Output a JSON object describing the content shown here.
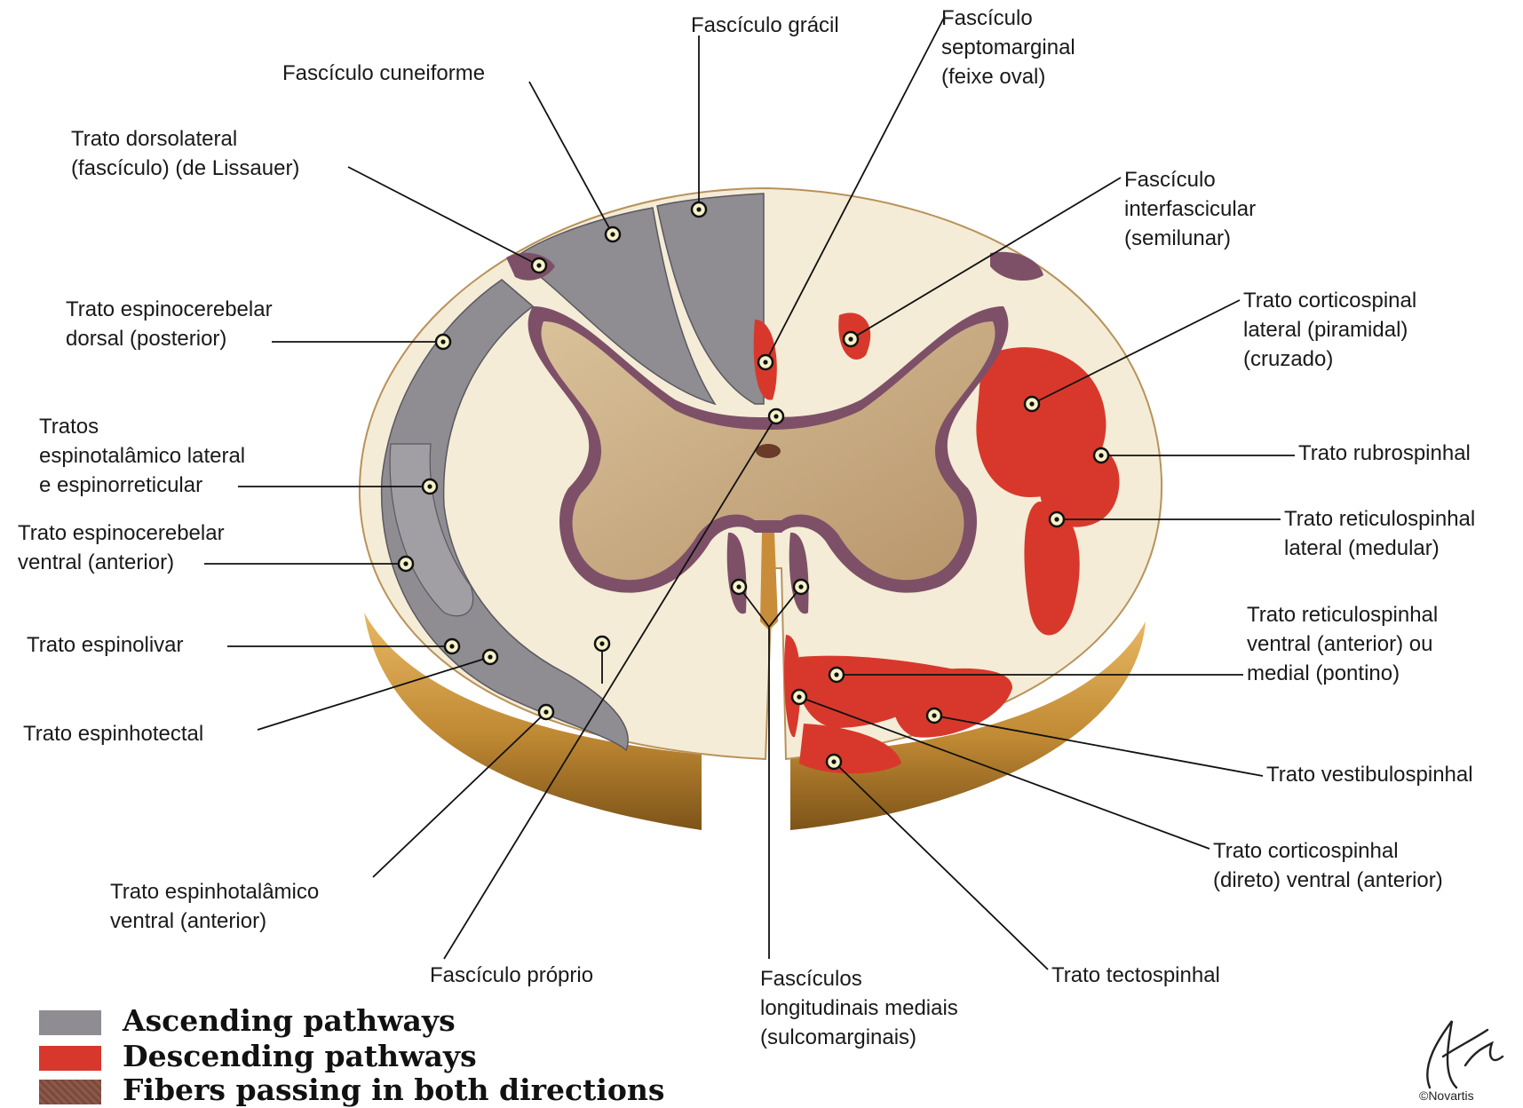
{
  "labels": {
    "fasciculo_gracil": "Fascículo grácil",
    "fasciculo_septomarginal": "Fascículo\nseptomarginal\n(feixe oval)",
    "fasciculo_cuneiforme": "Fascículo cuneiforme",
    "trato_dorsolateral": "Trato dorsolateral\n(fascículo) (de Lissauer)",
    "fasciculo_interfascicular": "Fascículo\ninterfascicular\n(semilunar)",
    "trato_espinocerebelar_dorsal": "Trato espinocerebelar\ndorsal (posterior)",
    "trato_corticospinal_lateral": "Trato corticospinal\nlateral (piramidal)\n(cruzado)",
    "tratos_espinotalamico": "Tratos\nespinotalâmico lateral\ne espinorreticular",
    "trato_rubrospinhal": "Trato rubrospinhal",
    "trato_espinocerebelar_ventral": "Trato espinocerebelar\nventral (anterior)",
    "trato_reticulospinhal_lateral": "Trato reticulospinhal\nlateral (medular)",
    "trato_espinolivar": "Trato espinolivar",
    "trato_reticulospinhal_ventral": "Trato reticulospinhal\nventral (anterior) ou\nmedial (pontino)",
    "trato_espinhotectal": "Trato espinhotectal",
    "trato_vestibulospinhal": "Trato vestibulospinhal",
    "trato_corticospinhal_ventral": "Trato corticospinhal\n(direto) ventral (anterior)",
    "trato_espinhotalamico_ventral": "Trato espinhotalâmico\nventral (anterior)",
    "fasciculo_proprio": "Fascículo próprio",
    "fasciculos_longitudinais": "Fascículos\nlongitudinais mediais\n(sulcomarginais)",
    "trato_tectospinhal": "Trato tectospinhal"
  },
  "legend": [
    {
      "label": "Ascending pathways",
      "color": "#8f8c92"
    },
    {
      "label": "Descending pathways",
      "color": "#d8382c"
    },
    {
      "label": "Fibers passing in both directions",
      "color": "#7a4a3e"
    }
  ],
  "signature": {
    "caption": "©Novartis"
  },
  "colors": {
    "ascending": "#8f8c92",
    "descending": "#d8382c",
    "both_directions": "#7d5068",
    "white_matter": "#f4ecd6",
    "gray_matter": "#c8ab83",
    "outer_ring": "#c9973f",
    "leader_line": "#111111"
  }
}
